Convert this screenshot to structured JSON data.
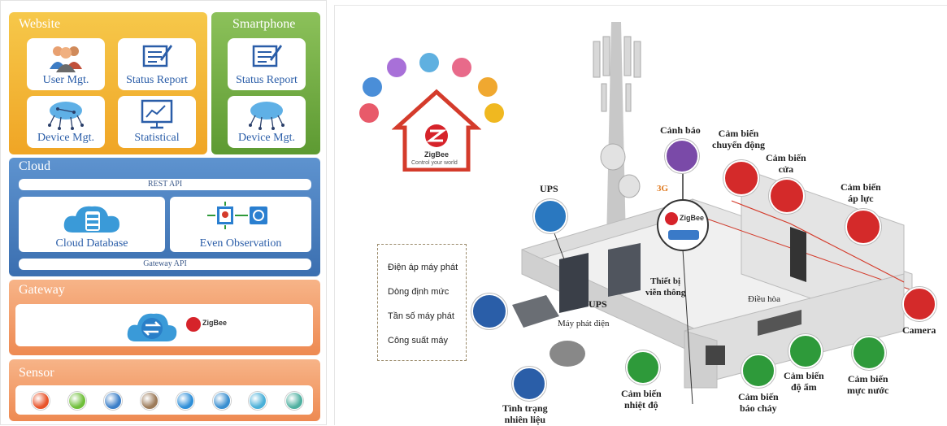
{
  "left_panel": {
    "website": {
      "title": "Website",
      "cards": [
        "User Mgt.",
        "Status Report",
        "Device Mgt.",
        "Statistical"
      ]
    },
    "smartphone": {
      "title": "Smartphone",
      "cards": [
        "Status Report",
        "Device Mgt."
      ]
    },
    "cloud": {
      "title": "Cloud",
      "rest_api": "REST API",
      "cloud_database": "Cloud Database",
      "even_observation": "Even Observation",
      "gateway_api": "Gateway API"
    },
    "gateway": {
      "title": "Gateway",
      "zigbee": "ZigBee"
    },
    "sensor": {
      "title": "Sensor",
      "colors": [
        "#e8542a",
        "#6fbf3a",
        "#3c7fc8",
        "#9c7b5a",
        "#2f8fd8",
        "#3a8fd0",
        "#4ab0d8",
        "#4fb0a0"
      ]
    }
  },
  "right_panel": {
    "zigbee_home": {
      "brand": "ZigBee",
      "tagline": "Control your world"
    },
    "params": [
      "Điện áp máy phát",
      "Dòng định mức",
      "Tần số máy phát",
      "Công suất máy"
    ],
    "labels": {
      "ups_top": "UPS",
      "ups_bottom": "UPS",
      "canh_bao": "Cảnh báo",
      "three_g": "3G",
      "zigbee_hub": "ZigBee",
      "thiet_bi": "Thiết bị\nviễn thông",
      "cb_chuyen_dong": "Cảm biến\nchuyển động",
      "cb_cua": "Cảm biến\ncửa",
      "cb_ap_luc": "Cảm biến\náp lực",
      "camera": "Camera",
      "dieu_hoa": "Điều hòa",
      "may_phat_dien": "Máy phát điện",
      "tinh_trang": "Tình trạng\nnhiên liệu",
      "cb_nhiet_do": "Cảm biến\nnhiệt độ",
      "cb_bao_chay": "Cảm biến\nbáo cháy",
      "cb_do_am": "Cảm biến\nđộ ẩm",
      "cb_muc_nuoc": "Cảm biến\nmực nước"
    }
  }
}
